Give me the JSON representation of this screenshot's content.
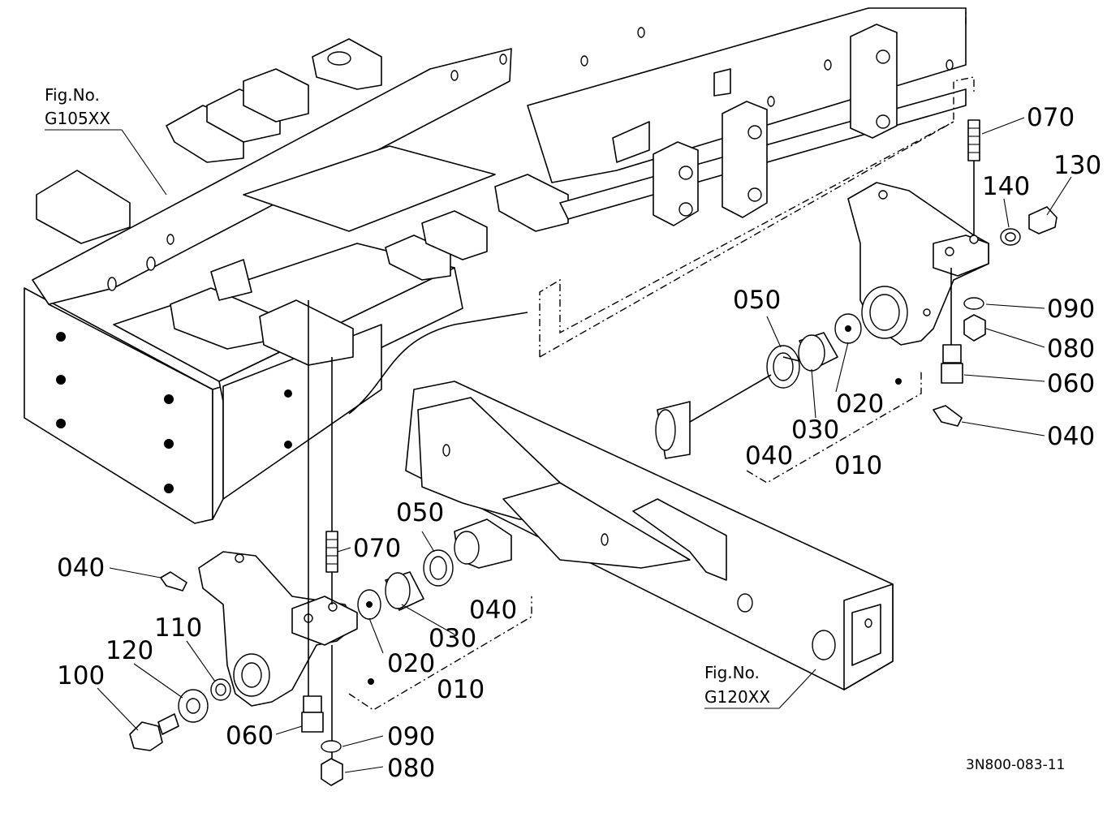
{
  "figure_refs": [
    {
      "line1": "Fig.No.",
      "line2": "G105XX"
    },
    {
      "line1": "Fig.No.",
      "line2": "G120XX"
    }
  ],
  "drawing_code": "3N800-083-11",
  "callouts_right": {
    "c070": "070",
    "c130": "130",
    "c140": "140",
    "c090": "090",
    "c080": "080",
    "c060": "060",
    "c040a": "040",
    "c050": "050",
    "c020": "020",
    "c030": "030",
    "c040b": "040",
    "c010": "010"
  },
  "callouts_left": {
    "c070": "070",
    "c050": "050",
    "c040a": "040",
    "c040b": "040",
    "c110": "110",
    "c120": "120",
    "c100": "100",
    "c020": "020",
    "c030": "030",
    "c010": "010",
    "c060": "060",
    "c090": "090",
    "c080": "080"
  }
}
